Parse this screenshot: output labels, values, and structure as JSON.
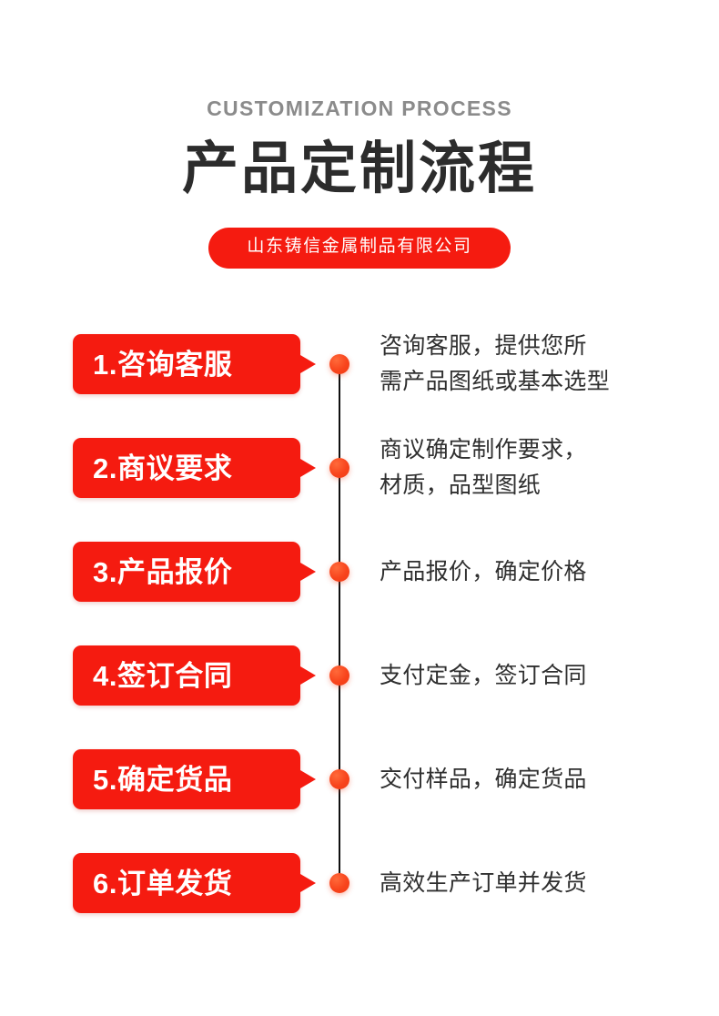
{
  "header": {
    "eyebrow": "CUSTOMIZATION PROCESS",
    "headline": "产品定制流程",
    "badge": "山东铸信金属制品有限公司"
  },
  "colors": {
    "brand_red": "#f51b10",
    "node_orange": "#f8441c",
    "connector": "#101010",
    "headline": "#2c2c2c",
    "eyebrow": "#8b8b8b",
    "description": "#2f2f2f",
    "background": "#ffffff"
  },
  "steps": [
    {
      "label": "1.咨询客服",
      "desc_lines": [
        "咨询客服，提供您所",
        "需产品图纸或基本选型"
      ]
    },
    {
      "label": "2.商议要求",
      "desc_lines": [
        "商议确定制作要求，",
        "材质，品型图纸"
      ]
    },
    {
      "label": "3.产品报价",
      "desc_lines": [
        "产品报价，确定价格"
      ]
    },
    {
      "label": "4.签订合同",
      "desc_lines": [
        "支付定金，签订合同"
      ]
    },
    {
      "label": "5.确定货品",
      "desc_lines": [
        "交付样品，确定货品"
      ]
    },
    {
      "label": "6.订单发货",
      "desc_lines": [
        "高效生产订单并发货"
      ]
    }
  ]
}
